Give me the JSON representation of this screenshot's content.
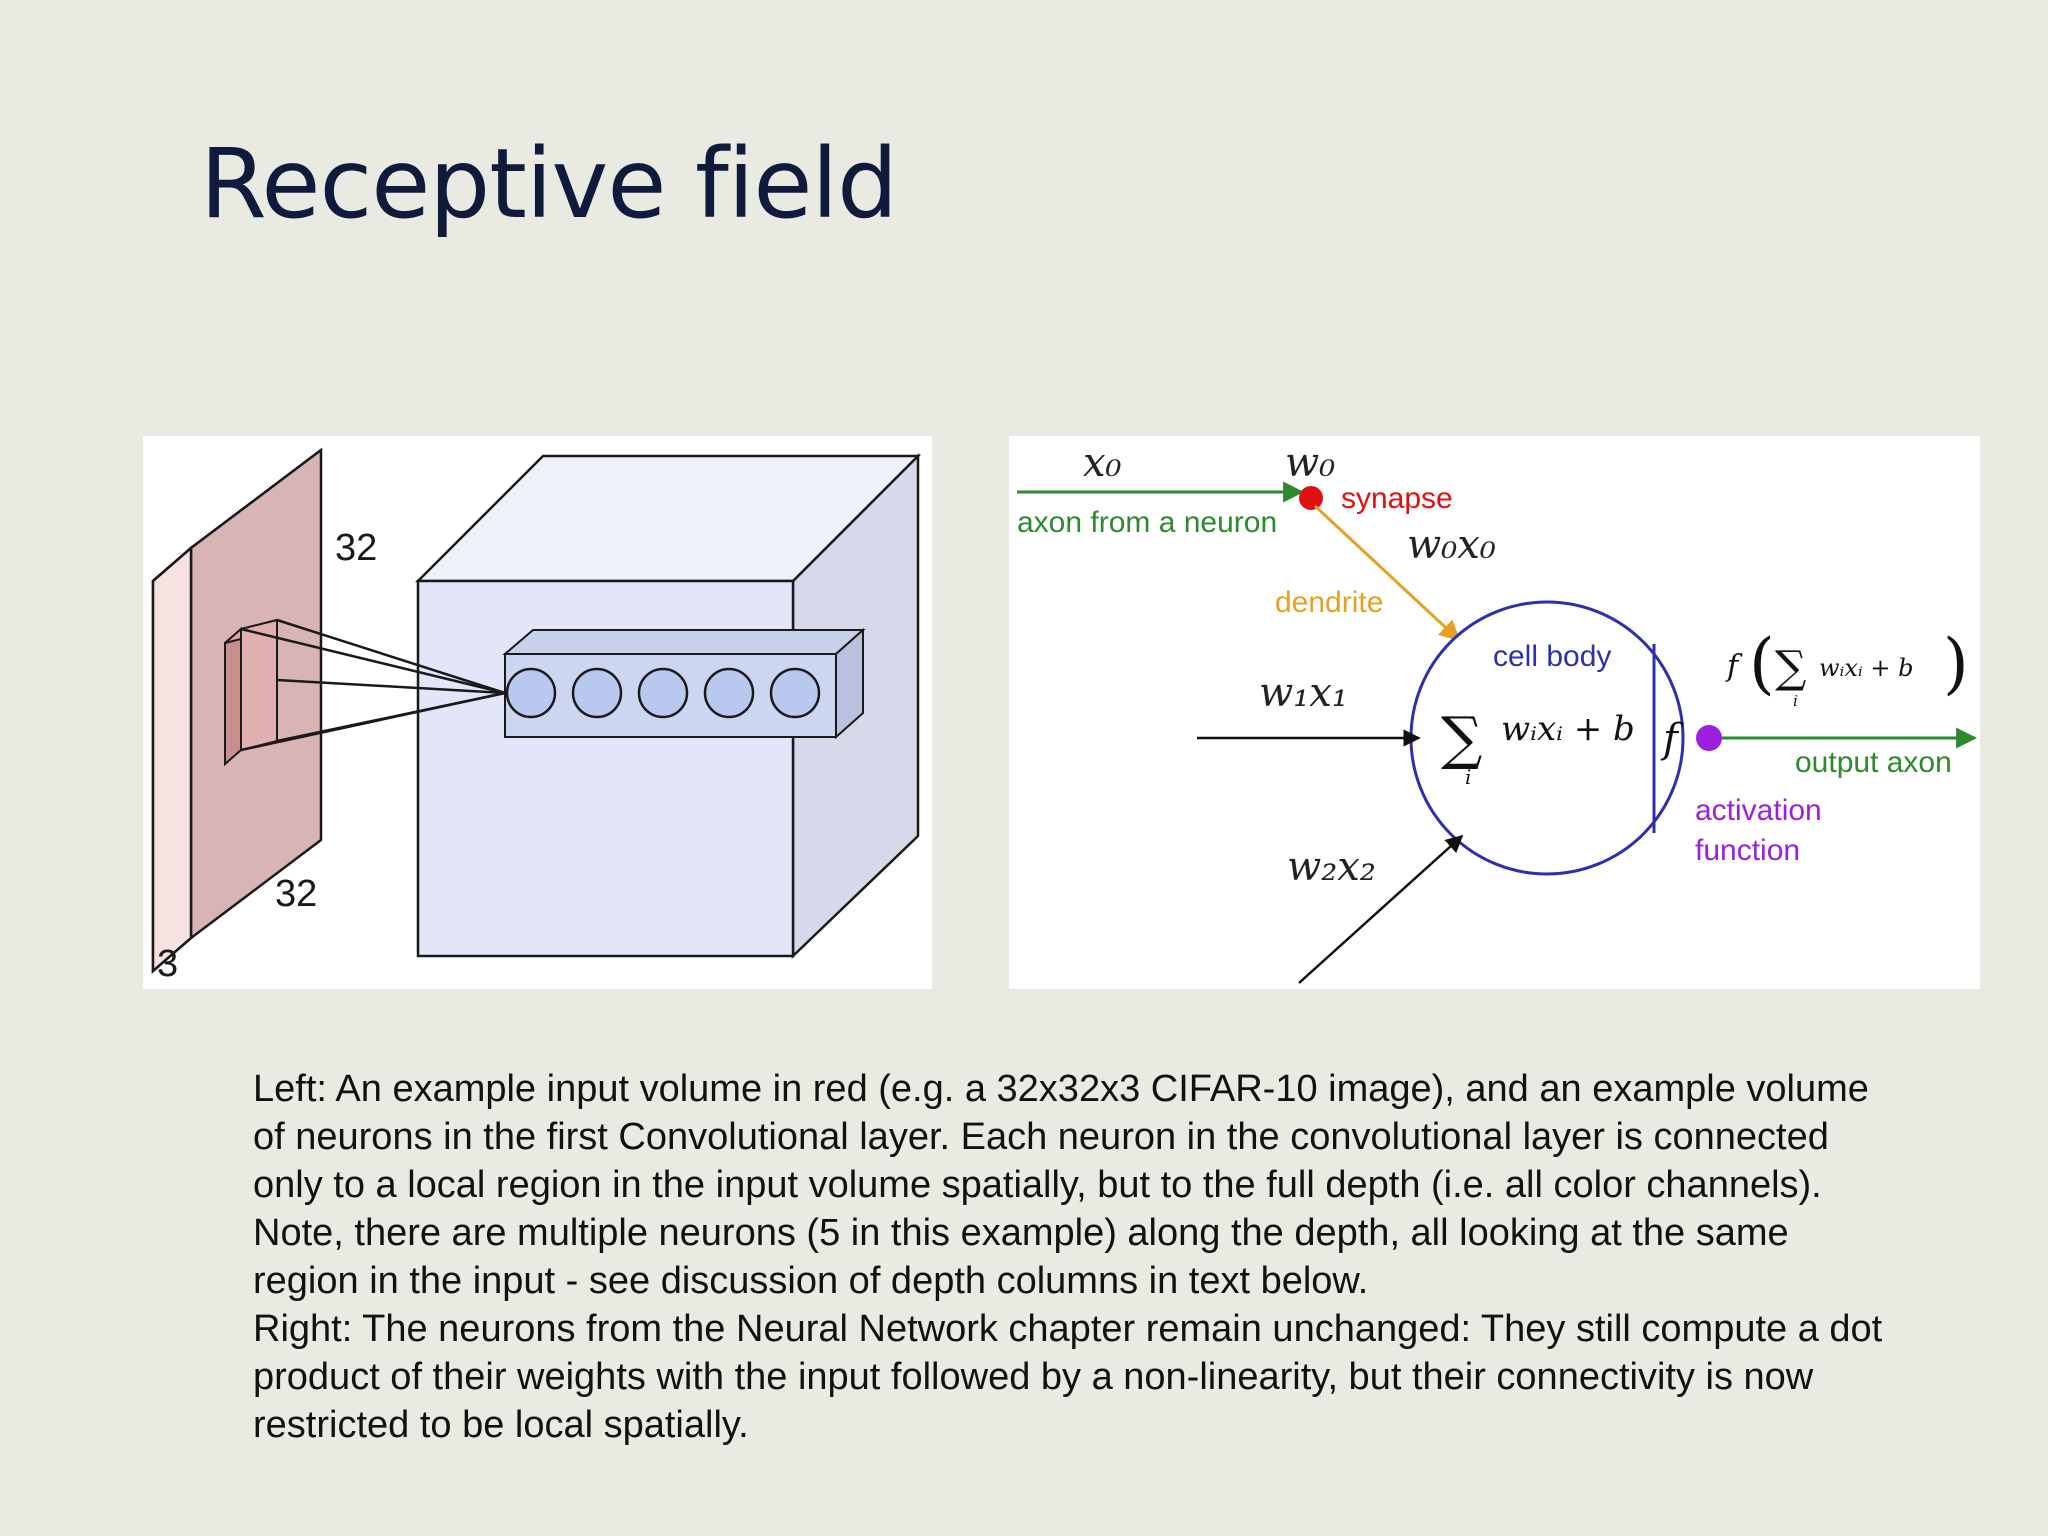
{
  "slide": {
    "title": "Receptive field"
  },
  "left_figure": {
    "dim_top": "32",
    "dim_bottom": "32",
    "dim_depth": "3",
    "neuron_count": 5,
    "colors": {
      "input_volume": "#f2cfd0",
      "conv_volume": "#e3e6f8",
      "edge": "#1a1a1a"
    }
  },
  "right_figure": {
    "x0": "x₀",
    "w0": "w₀",
    "synapse": "synapse",
    "axon_from_neuron": "axon from a neuron",
    "w0x0": "w₀x₀",
    "dendrite": "dendrite",
    "cell_body": "cell body",
    "w1x1": "w₁x₁",
    "w2x2": "w₂x₂",
    "sum_symbol": "∑",
    "sum_index": "i",
    "sum_expr": "wᵢxᵢ + b",
    "f_symbol": "f",
    "output_expr_prefix": "f",
    "output_expr_sum": "∑",
    "output_expr_body": "wᵢxᵢ + b",
    "output_axon": "output axon",
    "activation_line1": "activation",
    "activation_line2": "function",
    "colors": {
      "synapse": "#e01010",
      "dendrite": "#e8a020",
      "axon": "#2e8a2e",
      "cell_body": "#2d2fae",
      "activation": "#9b1fe0",
      "edge": "#111111"
    }
  },
  "caption": {
    "left_text": "Left: An example input volume in red (e.g. a 32x32x3 CIFAR-10 image), and an example volume of neurons in the first Convolutional layer. Each neuron in the convolutional layer is connected only to a local region in the input volume spatially, but to the full depth (i.e. all color channels). Note, there are multiple neurons (5 in this example) along the depth, all looking at the same region in the input - see discussion of depth columns in text below.",
    "right_text": "Right: The neurons from the Neural Network chapter remain unchanged: They still compute a dot product of their weights with the input followed by a non-linearity, but their connectivity is now restricted to be local spatially."
  }
}
